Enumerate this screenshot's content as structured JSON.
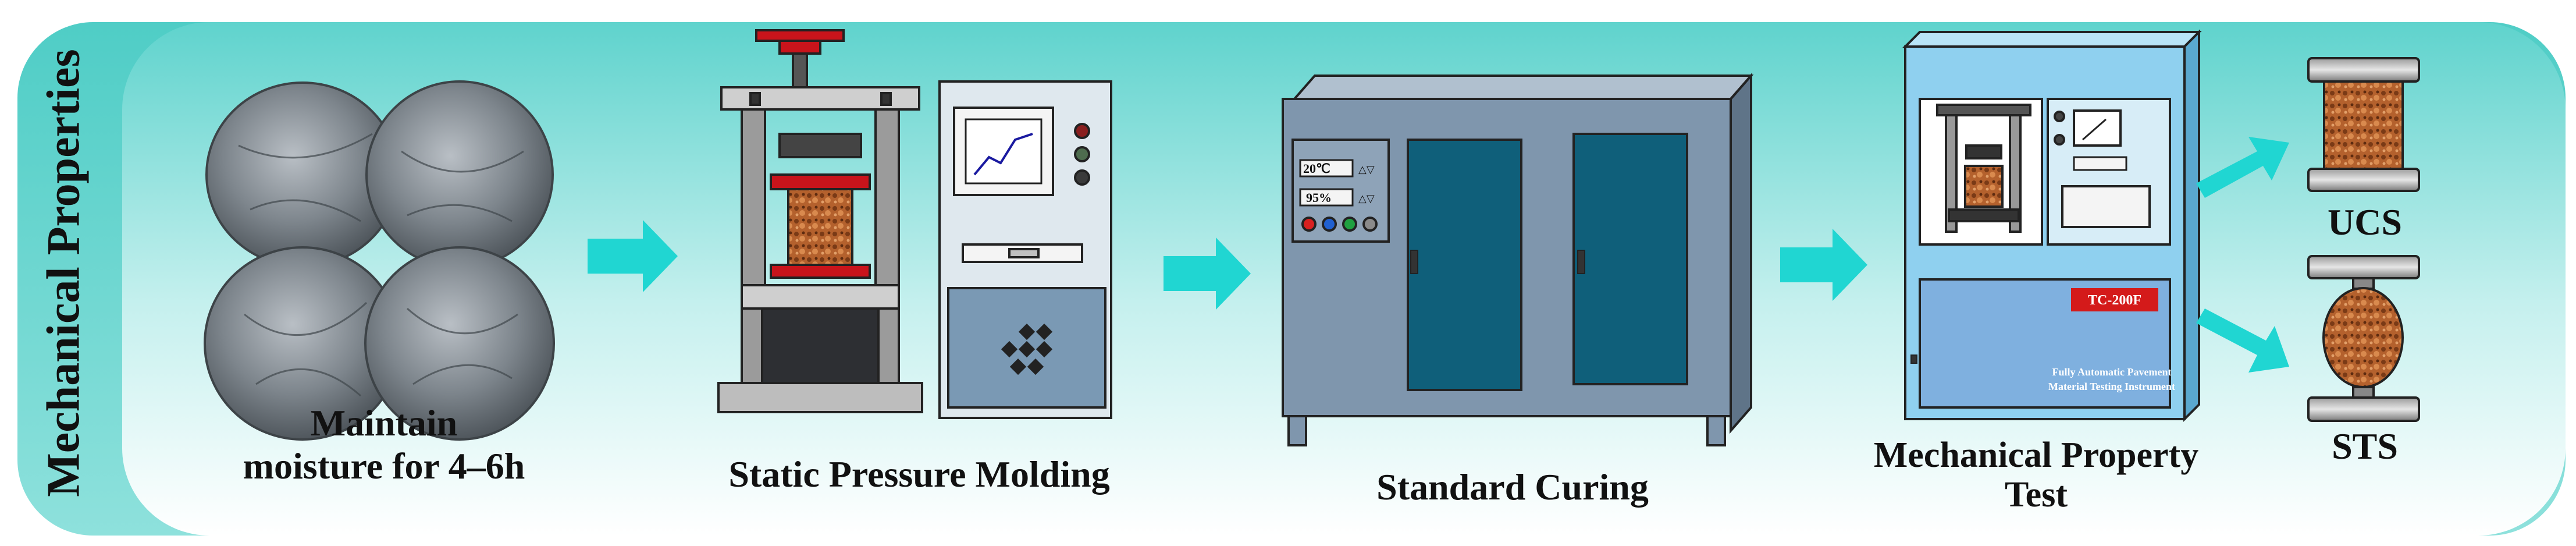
{
  "side_title": "Mechanical Properties",
  "steps": [
    {
      "caption_line1": "Maintain",
      "caption_line2": "moisture for 4–6h"
    },
    {
      "caption": "Static Pressure Molding"
    },
    {
      "caption": "Standard Curing"
    },
    {
      "caption_line1": "Mechanical Property",
      "caption_line2": "Test"
    }
  ],
  "curing_panel": {
    "temperature": "20℃",
    "humidity": "95%",
    "arrows": "△▽"
  },
  "testing_machine": {
    "model": "TC-200F",
    "label_line1": "Fully Automatic Pavement",
    "label_line2": "Material Testing Instrument"
  },
  "outputs": [
    {
      "label": "UCS"
    },
    {
      "label": "STS"
    }
  ],
  "colors": {
    "panel_top": "#63d6d0",
    "panel_bottom": "#ffffff",
    "arrow": "#20d6d2",
    "cabinet": "#7f96ad",
    "door": "#0f5f7a",
    "machine_blue": "#8fd0ef",
    "specimen": "#b8622e"
  },
  "icons": [
    "soil-ball",
    "press",
    "control-cabinet",
    "curing-cabinet",
    "testing-machine",
    "specimen"
  ]
}
